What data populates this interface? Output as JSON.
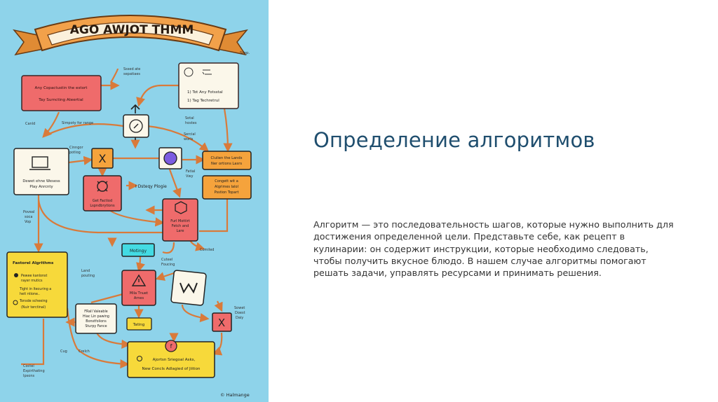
{
  "slide": {
    "title": "Определение алгоритмов",
    "body": "Алгоритм — это последовательность шагов, которые нужно выполнить для достижения определенной цели. Представьте себе, как рецепт в кулинарии: он содержит инструкции, которые необходимо следовать, чтобы получить вкусное блюдо. В нашем случае алгоритмы помогают решать задачи, управлять ресурсами и принимать решения."
  },
  "colors": {
    "poster_bg": "#8ed3ea",
    "banner": "#f2a14a",
    "box_red": "#ef6b6b",
    "box_orange": "#f5a33c",
    "box_yellow": "#f7d93a",
    "box_cream": "#fbf7ea",
    "box_teal": "#43dbe3",
    "arrow": "#d97a3a",
    "heading": "#1f4e6e"
  },
  "poster": {
    "banner_title": "AGO AWJOT THMM",
    "top_right_note": "Step.",
    "notes": {
      "seed": [
        "Sssed ate",
        "sepatiaes"
      ],
      "canld": "Canld",
      "simpoly": "Simpoty for range",
      "cinngor": [
        "Cinngor",
        "potiog"
      ],
      "sotal": [
        "Sotal",
        "hostes"
      ],
      "sercial": [
        "Sercial",
        "worls"
      ],
      "fatial": [
        "Fatial",
        "Vwy"
      ],
      "dsteqy": "I Dsteqy Plogie",
      "poveal": [
        "Poveal",
        "soca",
        "Vop"
      ],
      "land": [
        "Land",
        "pouting"
      ],
      "cuteel": [
        "Cuteel",
        "Foucing"
      ],
      "comiled": "Comiled",
      "sowet": [
        "Sowet",
        "Doest",
        "Daiy"
      ],
      "cug": "Cug",
      "crelch": "Crelch",
      "coctel": [
        "Coctel",
        "Expirthating",
        "Ipsons"
      ],
      "credit": "© Halmange"
    },
    "boxes": {
      "top_left": [
        "Any Copactustin the estort",
        "Tay Surncting Ateertial"
      ],
      "top_right": [
        "1) Tot Any Fotsstal",
        "1) Tag Techretrul"
      ],
      "computer": [
        "Dewet ehne Wesess",
        "Play Anrcnty"
      ],
      "center": [
        "Get Factiod",
        "Lspndbrytions"
      ],
      "right_orange_1": [
        "Clulien the Lands",
        "Ner ortions Lasrs"
      ],
      "right_orange_2": [
        "Congett wit a",
        "Algrimes Ialol",
        "Psstion Topart"
      ],
      "mid_right": [
        "Furl Mottirt",
        "Fetch and",
        "Lare"
      ],
      "teal": "Motingy",
      "left_yellow": {
        "title": "Fastorel Algrithms",
        "lines": [
          "Pewee kanlonst",
          "rayer rnutics",
          "Tight in ltecuring a",
          "heit ntione..",
          "Tonsde scheeing",
          "(Nuir terctinal)"
        ]
      },
      "warning": [
        "Mila Tnuet",
        "Arnes"
      ],
      "frall": [
        "FRall Valeable",
        "Hiac Lin pawing",
        "Bonstfolions",
        "Sturpy Fance"
      ],
      "tating": "Tating",
      "bottom": [
        "Ajortsn Sriegoal Asks,",
        "New Concls Adlagied of Jiition"
      ]
    }
  }
}
